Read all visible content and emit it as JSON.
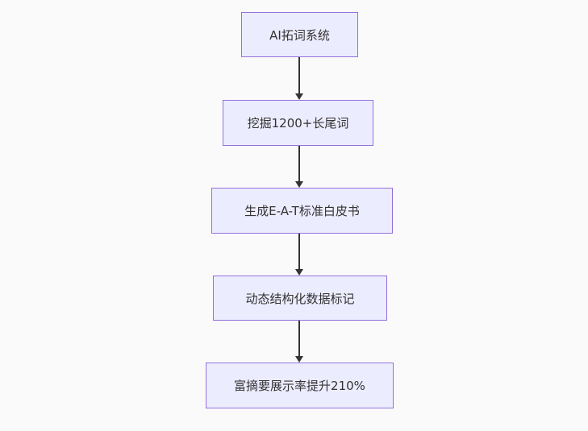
{
  "flowchart": {
    "type": "vertical-flow",
    "nodes": [
      {
        "id": "node-1",
        "label": "AI拓词系统"
      },
      {
        "id": "node-2",
        "label": "挖掘1200+长尾词"
      },
      {
        "id": "node-3",
        "label": "生成E-A-T标准白皮书"
      },
      {
        "id": "node-4",
        "label": "动态结构化数据标记"
      },
      {
        "id": "node-5",
        "label": "富摘要展示率提升210%"
      }
    ],
    "edges": [
      {
        "from": "node-1",
        "to": "node-2"
      },
      {
        "from": "node-2",
        "to": "node-3"
      },
      {
        "from": "node-3",
        "to": "node-4"
      },
      {
        "from": "node-4",
        "to": "node-5"
      }
    ],
    "colors": {
      "node_fill": "#ECECFF",
      "node_border": "#9370DB",
      "text": "#333333",
      "arrow": "#333333",
      "background": "#fafafa"
    }
  }
}
